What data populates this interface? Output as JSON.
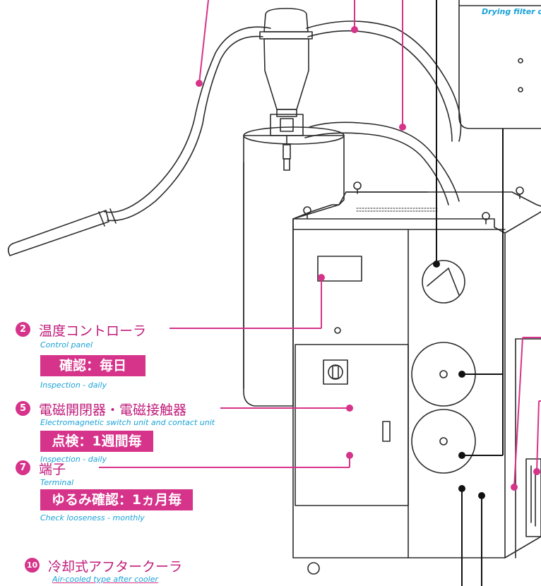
{
  "top_right_caption": "Drying filter c",
  "labels": [
    {
      "num": "2",
      "jp": "温度コントローラ",
      "en": "Control panel",
      "box": "確認：毎日",
      "sub": "Inspection - daily"
    },
    {
      "num": "5",
      "jp": "電磁開閉器・電磁接触器",
      "en": "Electromagnetic switch unit and contact unit",
      "box": "点検：1週間毎",
      "sub": "Inspection - daily"
    },
    {
      "num": "7",
      "jp": "端子",
      "en": "Terminal",
      "box": "ゆるみ確認：1ヵ月毎",
      "sub": "Check looseness - monthly"
    },
    {
      "num": "10",
      "jp": "冷却式アフタークーラ",
      "en": "Air-cooled type after cooler"
    }
  ],
  "colors": {
    "accent": "#d6338a",
    "accent_text": "#c01b7a",
    "caption": "#1aa2d8",
    "line": "#2b2b2b"
  }
}
